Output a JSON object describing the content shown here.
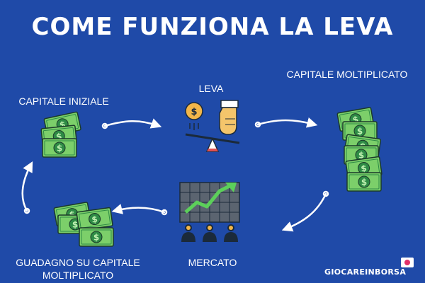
{
  "title": "COME FUNZIONA LA LEVA",
  "steps": {
    "capitale_iniziale": "CAPITALE INIZIALE",
    "leva": "LEVA",
    "capitale_moltiplicato": "CAPITALE MOLTIPLICATO",
    "mercato": "MERCATO",
    "guadagno_line1": "GUADAGNO SU CAPITALE",
    "guadagno_line2": "MOLTIPLICATO"
  },
  "brand": "GIOCAREINBORSA",
  "colors": {
    "background": "#1f4aa8",
    "money": "#7ccf6a",
    "money_dark": "#2e8b45",
    "arrow": "#ffffff"
  },
  "icons": [
    "money-stack-icon",
    "lever-scale-icon",
    "market-chart-icon",
    "dollar-coin-icon"
  ]
}
